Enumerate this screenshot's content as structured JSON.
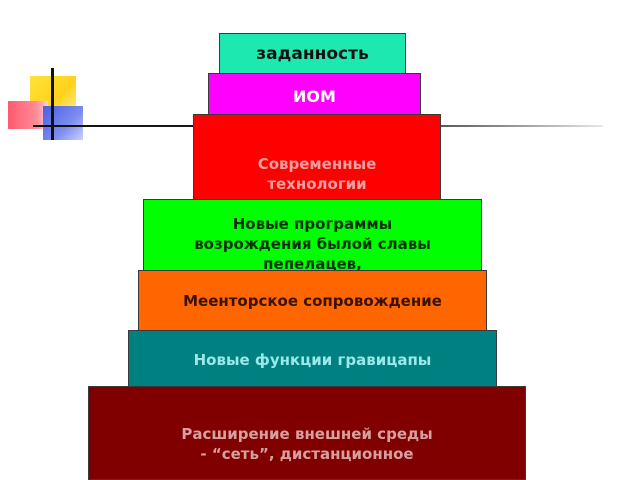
{
  "pyramid": {
    "levels": [
      {
        "label": "заданность"
      },
      {
        "label": "ИОМ"
      },
      {
        "label": "Современные\nтехнологии"
      },
      {
        "label": "Новые  программы\nвозрождения былой славы\nпепелацев,"
      },
      {
        "label": "Меенторское сопровождение"
      },
      {
        "label": "Новые функции гравицапы"
      },
      {
        "label": "Расширение внешней среды\n- “сеть”,  дистанционное"
      }
    ],
    "colors": [
      "#1de8b0",
      "#ff00ff",
      "#ff0000",
      "#00ff00",
      "#ff6600",
      "#008080",
      "#800000"
    ]
  }
}
